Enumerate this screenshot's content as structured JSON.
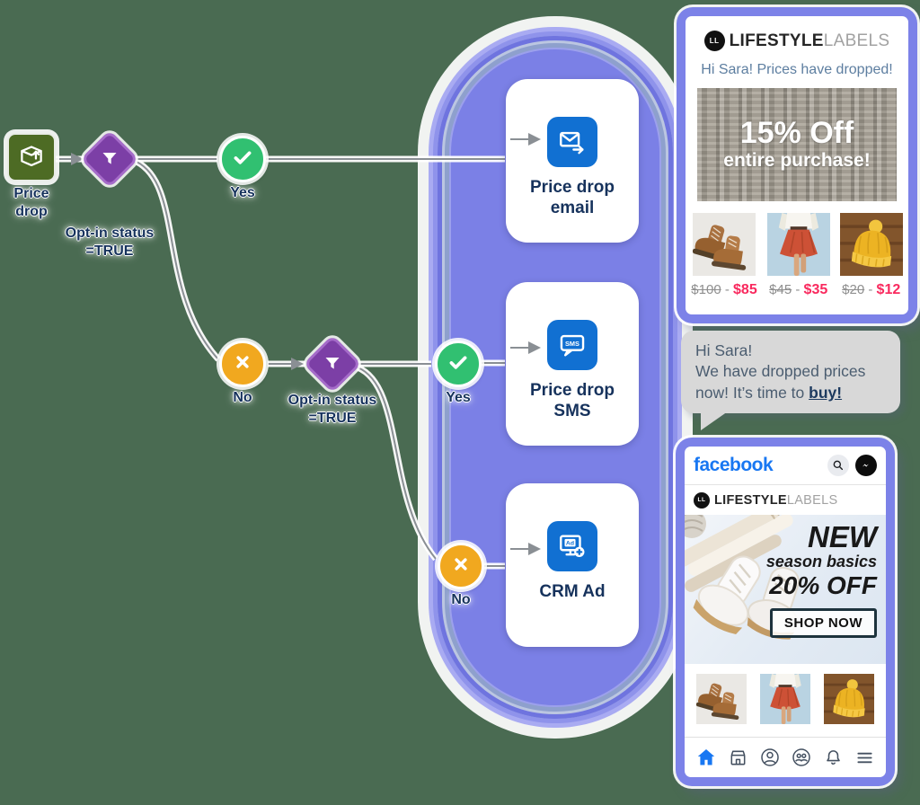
{
  "flow": {
    "trigger_label": "Price drop",
    "filter1_label": "Opt-in status =TRUE",
    "filter2_label": "Opt-in status =TRUE",
    "yes1_label": "Yes",
    "no1_label": "No",
    "yes2_label": "Yes",
    "no2_label": "No",
    "cards": [
      {
        "label": "Price drop email"
      },
      {
        "label": "Price drop SMS"
      },
      {
        "label": "CRM Ad"
      }
    ],
    "sms_icon_text": "SMS",
    "ad_icon_text": "Ad"
  },
  "email_preview": {
    "brand_monogram": "LL",
    "brand_bold": "LIFESTYLE",
    "brand_light": "LABELS",
    "greeting": "Hi Sara! Prices have dropped!",
    "hero_title": "15% Off",
    "hero_subtitle": "entire purchase!",
    "products": [
      {
        "old_price": "$100",
        "separator": "-",
        "new_price": "$85"
      },
      {
        "old_price": "$45",
        "separator": "-",
        "new_price": "$35"
      },
      {
        "old_price": "$20",
        "separator": "-",
        "new_price": "$12"
      }
    ]
  },
  "sms_preview": {
    "line1": "Hi Sara!",
    "line2": "We have dropped prices",
    "line3_prefix": "now! It’s time to ",
    "line3_link": "buy!"
  },
  "facebook_preview": {
    "wordmark": "facebook",
    "brand_monogram": "LL",
    "brand_bold": "LIFESTYLE",
    "brand_light": "LABELS",
    "ad_title": "NEW",
    "ad_subtitle": "season basics",
    "ad_discount": "20% OFF",
    "cta": "SHOP NOW"
  },
  "colors": {
    "background": "#4a6b52",
    "accent_purple": "#7c82e8",
    "node_green": "#31c071",
    "node_orange": "#f1a81f",
    "diamond_purple": "#7c3fa6",
    "trigger_green": "#4d6b24",
    "action_blue": "#1170d2",
    "navy_text": "#16325c",
    "facebook_blue": "#1877f2",
    "sale_pink": "#f9295e"
  },
  "icons": [
    "package-icon",
    "filter-icon",
    "check-icon",
    "x-icon",
    "email-send-icon",
    "sms-icon",
    "crm-ad-icon",
    "search-icon",
    "messenger-icon",
    "home-icon",
    "marketplace-icon",
    "profile-icon",
    "groups-icon",
    "notifications-icon",
    "menu-icon"
  ]
}
